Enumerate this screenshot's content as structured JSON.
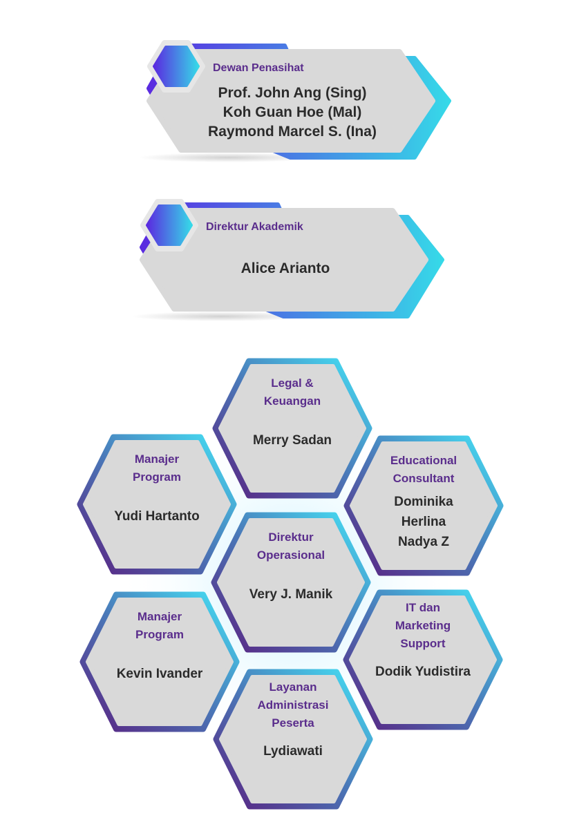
{
  "colors": {
    "purple_text": "#5a2d8c",
    "name_text": "#2b2b2b",
    "card_fill": "#d9d9d9",
    "grad_start": "#5a2be0",
    "grad_end": "#36d9e8"
  },
  "top_cards": [
    {
      "role": "Dewan Penasihat",
      "names": [
        "Prof. John Ang (Sing)",
        "Koh Guan Hoe (Mal)",
        "Raymond Marcel S. (Ina)"
      ]
    },
    {
      "role": "Direktur Akademik",
      "names": [
        "Alice Arianto"
      ]
    }
  ],
  "hexagons": [
    {
      "role": [
        "Legal &",
        "Keuangan"
      ],
      "names": [
        "Merry Sadan"
      ]
    },
    {
      "role": [
        "Manajer",
        "Program"
      ],
      "names": [
        "Yudi Hartanto"
      ]
    },
    {
      "role": [
        "Educational",
        "Consultant"
      ],
      "names": [
        "Dominika",
        "Herlina",
        "Nadya Z"
      ]
    },
    {
      "role": [
        "Direktur",
        "Operasional"
      ],
      "names": [
        "Very J. Manik"
      ]
    },
    {
      "role": [
        "Manajer",
        "Program"
      ],
      "names": [
        "Kevin Ivander"
      ]
    },
    {
      "role": [
        "IT dan",
        "Marketing",
        "Support"
      ],
      "names": [
        "Dodik Yudistira"
      ]
    },
    {
      "role": [
        "Layanan",
        "Administrasi",
        "Peserta"
      ],
      "names": [
        "Lydiawati"
      ]
    }
  ]
}
